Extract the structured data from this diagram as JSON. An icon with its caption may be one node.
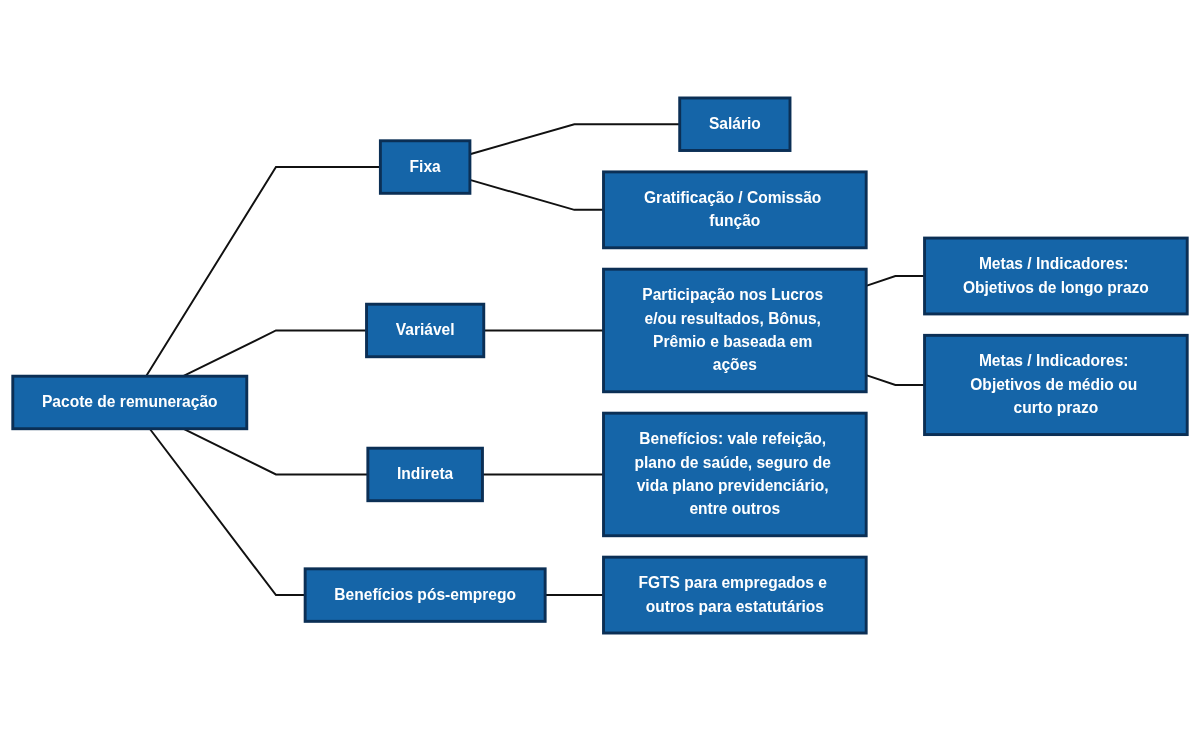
{
  "diagram": {
    "nodes": [
      {
        "text": [
          "Pacote de remuneração"
        ]
      },
      {
        "text": [
          "Fixa"
        ]
      },
      {
        "text": [
          "Salário"
        ]
      },
      {
        "text": [
          "Gratificação / Comissão função"
        ]
      },
      {
        "text": [
          "Variável"
        ]
      },
      {
        "text": [
          "Participação nos Lucros e/ou resultados, Bônus, Prêmio e baseada em ações"
        ]
      },
      {
        "text": [
          "Metas / Indicadores: Objetivos de longo prazo"
        ]
      },
      {
        "text": [
          "Metas / Indicadores: Objetivos de médio ou curto prazo"
        ]
      },
      {
        "text": [
          "Indireta"
        ]
      },
      {
        "text": [
          "Benefícios: vale refeição, plano de saúde, seguro de vida plano previdenciário, entre outros"
        ]
      },
      {
        "text": [
          "Benefícios pós-emprego"
        ]
      },
      {
        "text": [
          "FGTS para empregados e outros para estatutários"
        ]
      }
    ],
    "edges": [
      {
        "from": 0,
        "to": 1,
        "arrow": "none"
      },
      {
        "from": 0,
        "to": 4,
        "arrow": "none"
      },
      {
        "from": 0,
        "to": 8,
        "arrow": "none"
      },
      {
        "from": 0,
        "to": 10,
        "arrow": "none"
      },
      {
        "from": 1,
        "to": 2,
        "arrow": "none"
      },
      {
        "from": 1,
        "to": 3,
        "arrow": "none"
      },
      {
        "from": 4,
        "to": 5,
        "arrow": "none"
      },
      {
        "from": 5,
        "to": 6,
        "arrow": "none"
      },
      {
        "from": 5,
        "to": 7,
        "arrow": "none"
      },
      {
        "from": 8,
        "to": 9,
        "arrow": "none"
      },
      {
        "from": 10,
        "to": 11,
        "arrow": "none"
      }
    ]
  }
}
